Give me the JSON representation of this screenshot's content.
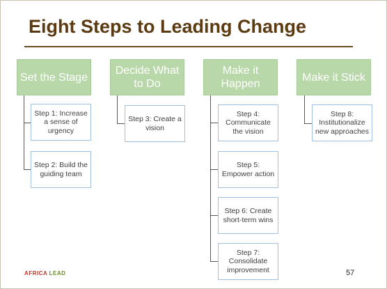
{
  "slide": {
    "title": "Eight Steps to Leading Change",
    "logo": {
      "word1": "AFRICA",
      "word2": "LEAD"
    },
    "page_number": "57"
  },
  "columns": [
    {
      "header": "Set the Stage",
      "steps": [
        "Step 1: Increase a sense of urgency",
        "Step 2: Build the guiding team"
      ]
    },
    {
      "header": "Decide What to Do",
      "steps": [
        "Step 3: Create a vision"
      ]
    },
    {
      "header": "Make it Happen",
      "steps": [
        "Step 4: Communicate the vision",
        "Step 5: Empower action",
        "Step 6: Create short-term wins",
        "Step 7: Consolidate improvement"
      ]
    },
    {
      "header": "Make it Stick",
      "steps": [
        "Step 8: Institutionalize new approaches"
      ]
    }
  ]
}
